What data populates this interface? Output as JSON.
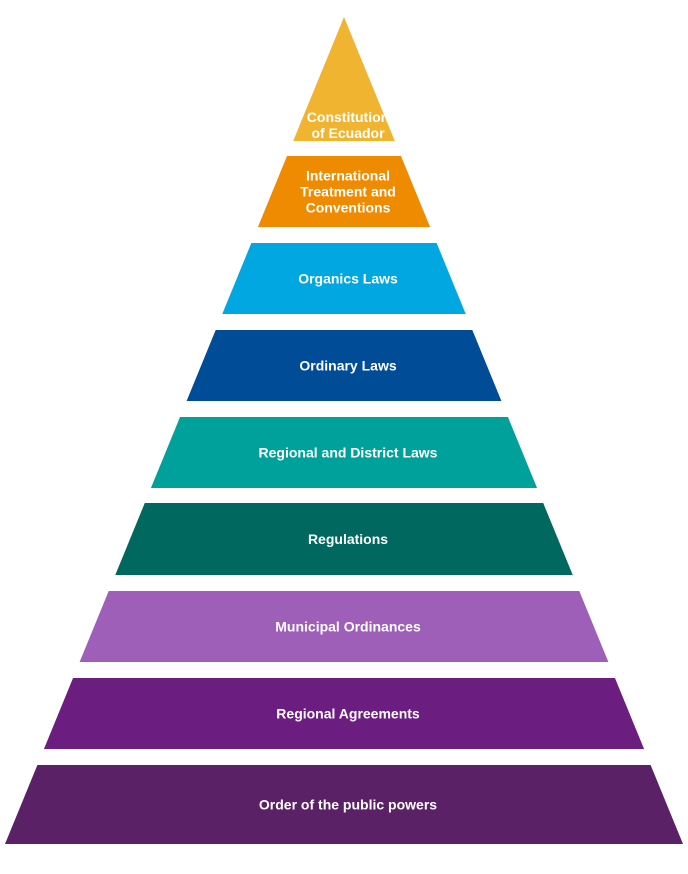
{
  "diagram": {
    "levels": [
      {
        "lines": [
          "Constitution",
          "of Ecuador"
        ],
        "color": "#F0B431"
      },
      {
        "lines": [
          "International",
          "Treatment and",
          "Conventions"
        ],
        "color": "#EE8B00"
      },
      {
        "lines": [
          "Organics Laws"
        ],
        "color": "#00A7E1"
      },
      {
        "lines": [
          "Ordinary Laws"
        ],
        "color": "#004C97"
      },
      {
        "lines": [
          "Regional and District Laws"
        ],
        "color": "#00A19A"
      },
      {
        "lines": [
          "Regulations"
        ],
        "color": "#00685E"
      },
      {
        "lines": [
          "Municipal Ordinances"
        ],
        "color": "#9E5FB8"
      },
      {
        "lines": [
          "Regional Agreements"
        ],
        "color": "#6C1D80"
      },
      {
        "lines": [
          "Order of the public powers"
        ],
        "color": "#5B2167"
      }
    ]
  }
}
